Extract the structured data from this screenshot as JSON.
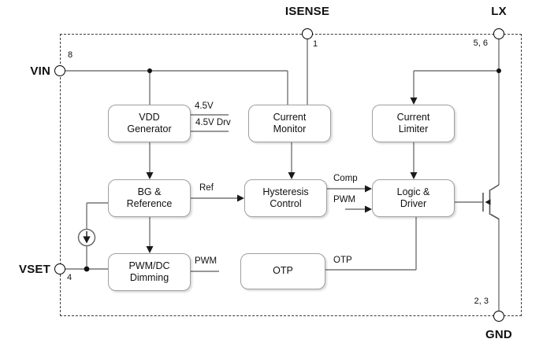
{
  "figure": {
    "type": "ic-block-diagram",
    "pins": {
      "isense": {
        "name": "ISENSE",
        "number": "1"
      },
      "lx": {
        "name": "LX",
        "number": "5, 6"
      },
      "vin": {
        "name": "VIN",
        "number": "8"
      },
      "vset": {
        "name": "VSET",
        "number": "4"
      },
      "gnd": {
        "name": "GND",
        "number": "2, 3"
      }
    },
    "blocks": {
      "vdd_generator": {
        "line1": "VDD",
        "line2": "Generator"
      },
      "current_monitor": {
        "line1": "Current",
        "line2": "Monitor"
      },
      "current_limiter": {
        "line1": "Current",
        "line2": "Limiter"
      },
      "bg_reference": {
        "line1": "BG &",
        "line2": "Reference"
      },
      "hysteresis_control": {
        "line1": "Hysteresis",
        "line2": "Control"
      },
      "logic_driver": {
        "line1": "Logic &",
        "line2": "Driver"
      },
      "pwm_dc_dimming": {
        "line1": "PWM/DC",
        "line2": "Dimming"
      },
      "otp": {
        "line1": "OTP",
        "line2": ""
      }
    },
    "signals": {
      "rail_4v5": "4.5V",
      "rail_4v5_drv": "4.5V Drv",
      "ref": "Ref",
      "comp": "Comp",
      "pwm_to_logic": "PWM",
      "pwm_out": "PWM",
      "otp_signal": "OTP"
    },
    "colors": {
      "wire": "#757575",
      "block_border": "#9f9f9f",
      "boundary_dash": "#3a3a3a",
      "arrow_fill": "#1a1a1a",
      "text": "#111111"
    }
  }
}
